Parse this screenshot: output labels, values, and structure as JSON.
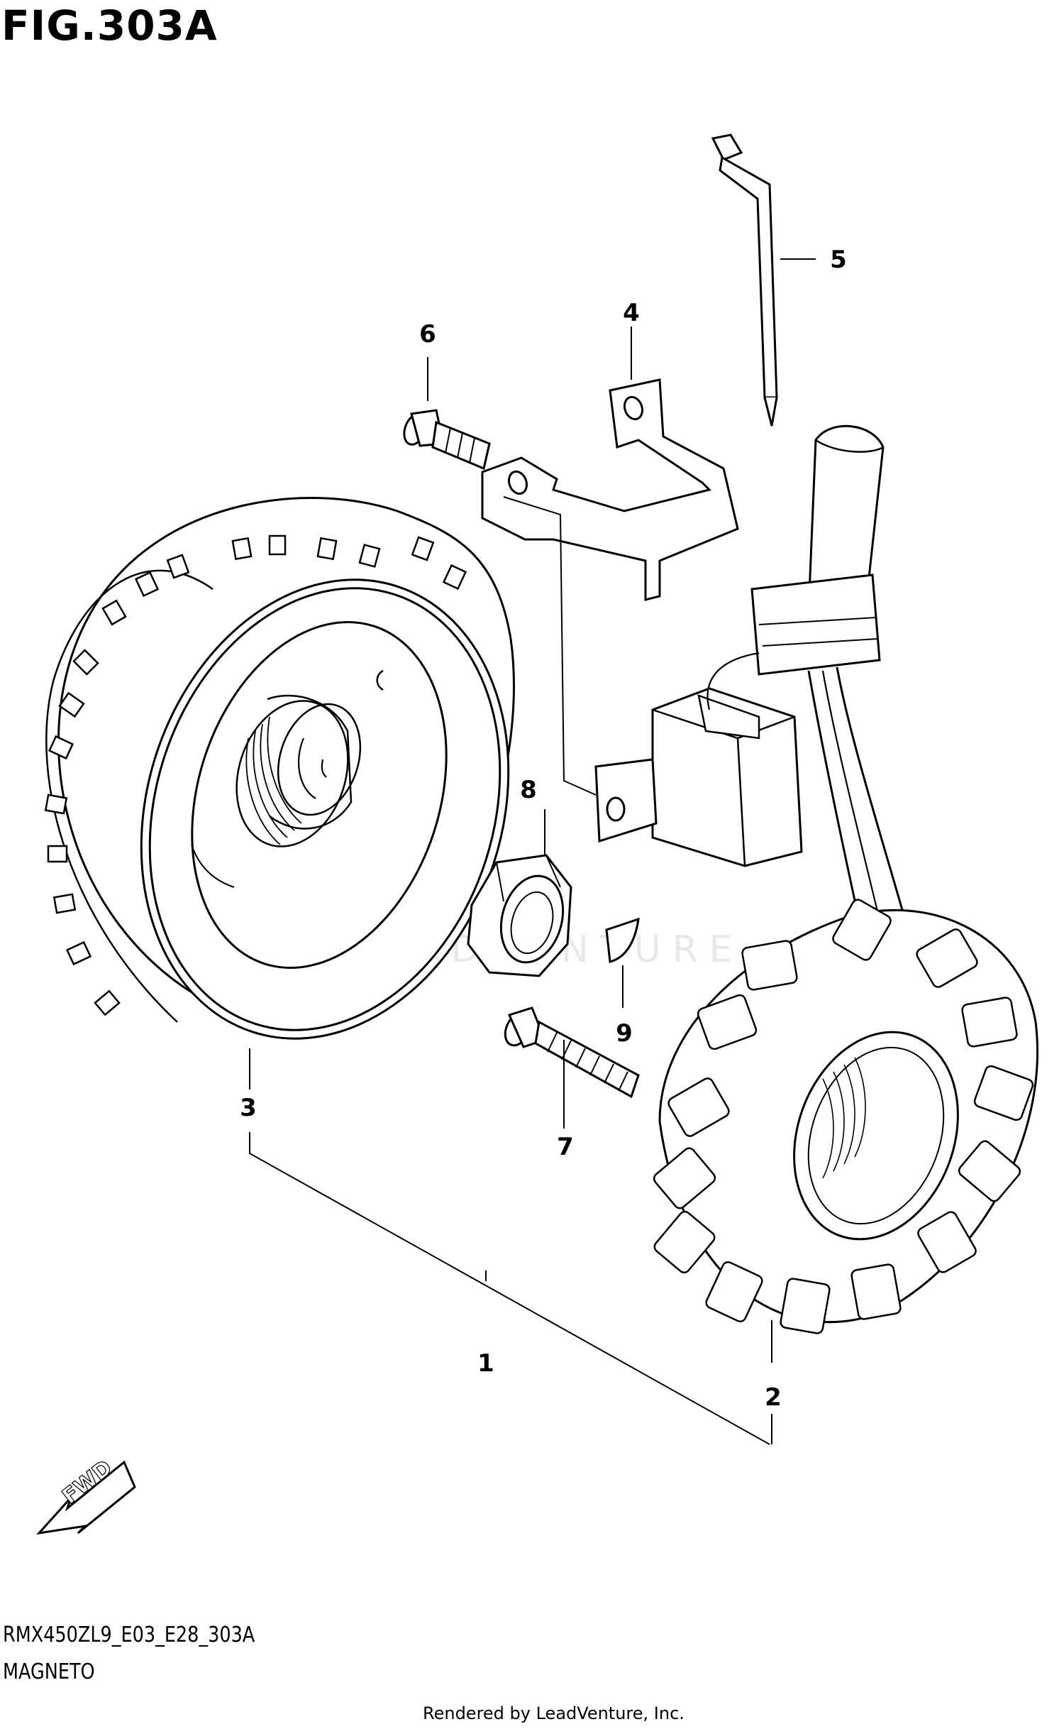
{
  "figure": {
    "title": "FIG.303A",
    "model_code": "RMX450ZL9_E03_E28_303A",
    "section_name": "MAGNETO",
    "footer": "Rendered by LeadVenture, Inc.",
    "watermark": "LEADVENTURE",
    "direction_label": "FWD"
  },
  "callouts": [
    {
      "number": "1",
      "part": "magneto-assembly"
    },
    {
      "number": "2",
      "part": "stator"
    },
    {
      "number": "3",
      "part": "rotor-flywheel"
    },
    {
      "number": "4",
      "part": "clamp-bracket"
    },
    {
      "number": "5",
      "part": "cable-tie"
    },
    {
      "number": "6",
      "part": "bracket-bolt"
    },
    {
      "number": "7",
      "part": "stator-bolt"
    },
    {
      "number": "8",
      "part": "rotor-nut"
    },
    {
      "number": "9",
      "part": "woodruff-key"
    }
  ],
  "colors": {
    "line": "#000000",
    "background": "#ffffff",
    "watermark": "#e8e8e8"
  }
}
